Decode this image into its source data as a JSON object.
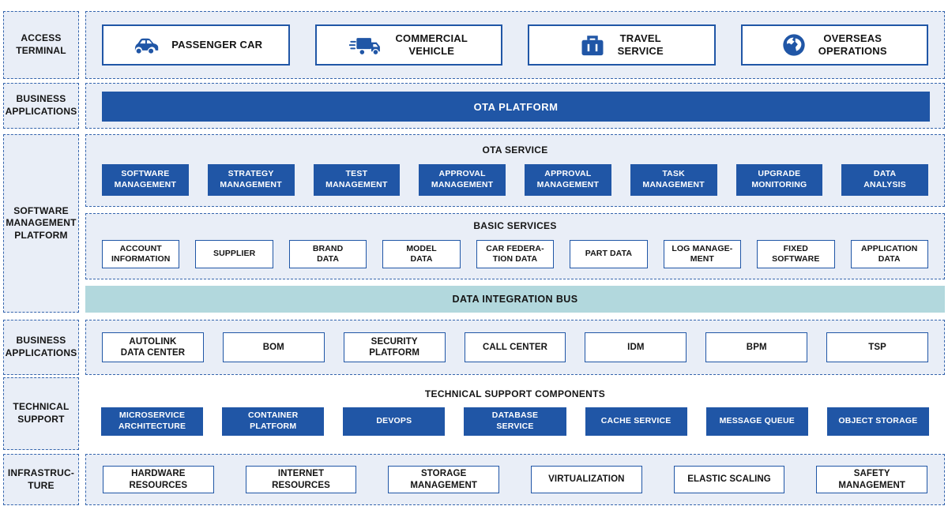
{
  "colors": {
    "accent": "#2056a6",
    "dash_border": "#3565ad",
    "panel_background": "#e9eef7",
    "bus_background": "#b2d8dd",
    "text": "#141414",
    "button_text": "#ffffff"
  },
  "layers": {
    "access_terminal": {
      "label": "ACCESS\nTERMINAL",
      "items": [
        {
          "label": "PASSENGER CAR",
          "icon": "car"
        },
        {
          "label": "COMMERCIAL\nVEHICLE",
          "icon": "truck"
        },
        {
          "label": "TRAVEL\nSERVICE",
          "icon": "briefcase"
        },
        {
          "label": "OVERSEAS\nOPERATIONS",
          "icon": "globe"
        }
      ]
    },
    "business_applications_top": {
      "label": "BUSINESS\nAPPLICATIONS",
      "platform_label": "OTA PLATFORM"
    },
    "software_management_platform": {
      "label": "SOFTWARE\nMANAGEMENT\nPLATFORM",
      "ota_service": {
        "title": "OTA SERVICE",
        "items": [
          {
            "label": "SOFTWARE\nMANAGEMENT"
          },
          {
            "label": "STRATEGY\nMANAGEMENT"
          },
          {
            "label": "TEST\nMANAGEMENT"
          },
          {
            "label": "APPROVAL\nMANAGEMENT"
          },
          {
            "label": "APPROVAL\nMANAGEMENT"
          },
          {
            "label": "TASK\nMANAGEMENT"
          },
          {
            "label": "UPGRADE\nMONITORING"
          },
          {
            "label": "DATA\nANALYSIS"
          }
        ]
      },
      "basic_services": {
        "title": "BASIC SERVICES",
        "items": [
          {
            "label": "ACCOUNT\nINFORMATION"
          },
          {
            "label": "SUPPLIER"
          },
          {
            "label": "BRAND\nDATA"
          },
          {
            "label": "MODEL\nDATA"
          },
          {
            "label": "CAR FEDERA-\nTION DATA"
          },
          {
            "label": "PART DATA"
          },
          {
            "label": "LOG MANAGE-\nMENT"
          },
          {
            "label": "FIXED\nSOFTWARE"
          },
          {
            "label": "APPLICATION\nDATA"
          }
        ]
      },
      "bus_label": "DATA INTEGRATION BUS"
    },
    "business_applications_bottom": {
      "label": "BUSINESS\nAPPLICATIONS",
      "items": [
        {
          "label": "AUTOLINK\nDATA CENTER"
        },
        {
          "label": "BOM"
        },
        {
          "label": "SECURITY\nPLATFORM"
        },
        {
          "label": "CALL CENTER"
        },
        {
          "label": "IDM"
        },
        {
          "label": "BPM"
        },
        {
          "label": "TSP"
        }
      ]
    },
    "technical_support": {
      "label": "TECHNICAL\nSUPPORT",
      "title": "TECHNICAL SUPPORT COMPONENTS",
      "items": [
        {
          "label": "MICROSERVICE\nARCHITECTURE"
        },
        {
          "label": "CONTAINER\nPLATFORM"
        },
        {
          "label": "DEVOPS"
        },
        {
          "label": "DATABASE\nSERVICE"
        },
        {
          "label": "CACHE SERVICE"
        },
        {
          "label": "MESSAGE QUEUE"
        },
        {
          "label": "OBJECT STORAGE"
        }
      ]
    },
    "infrastructure": {
      "label": "INFRASTRUC-\nTURE",
      "items": [
        {
          "label": "HARDWARE\nRESOURCES"
        },
        {
          "label": "INTERNET\nRESOURCES"
        },
        {
          "label": "STORAGE\nMANAGEMENT"
        },
        {
          "label": "VIRTUALIZATION"
        },
        {
          "label": "ELASTIC SCALING"
        },
        {
          "label": "SAFETY\nMANAGEMENT"
        }
      ]
    }
  }
}
